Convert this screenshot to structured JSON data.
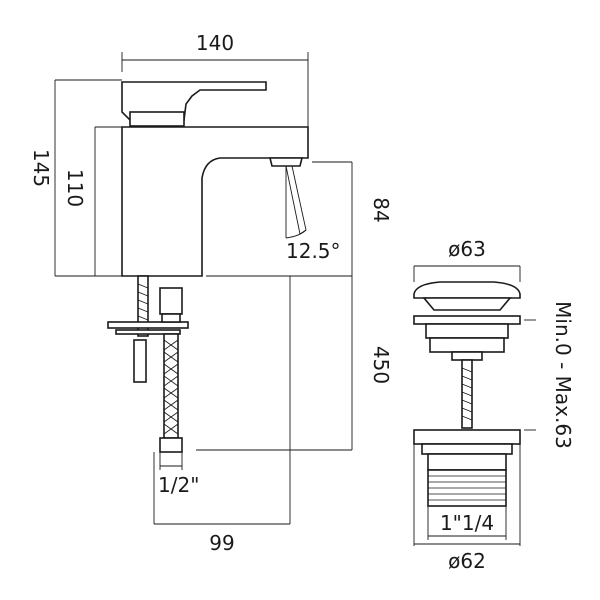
{
  "tap": {
    "width_label": "140",
    "total_height_label": "145",
    "body_height_label": "110",
    "spout_height_label": "84",
    "angle_label": "12.5°",
    "hose_length_label": "450",
    "connection_label": "1/2\"",
    "reach_label": "99"
  },
  "waste": {
    "top_diameter_label": "ø63",
    "range_label": "Min.0 - Max.63",
    "thread_label": "1\"1/4",
    "bottom_diameter_label": "ø62"
  },
  "colors": {
    "line": "#1a1a1a",
    "background": "#ffffff"
  }
}
